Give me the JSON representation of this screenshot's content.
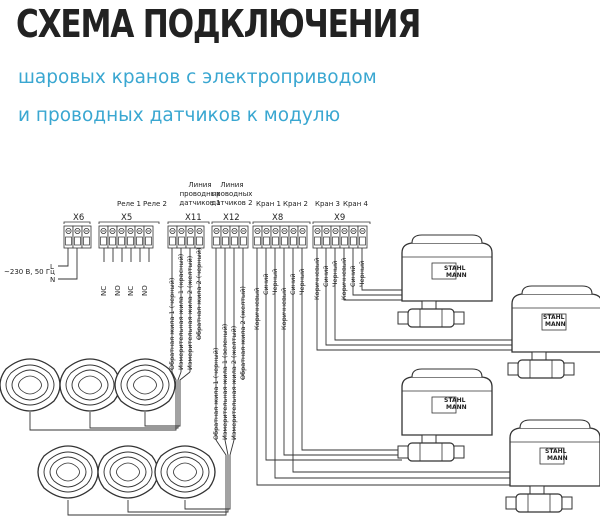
{
  "title": "СХЕМА ПОДКЛЮЧЕНИЯ",
  "subtitle_line1": "шаровых кранов с электроприводом",
  "subtitle_line2": "и проводных датчиков к модулю",
  "colors": {
    "title": "#222222",
    "subtitle": "#3aa7d1",
    "line": "#333333"
  },
  "power": {
    "label": "~230 В, 50 Гц",
    "l": "L",
    "n": "N"
  },
  "relay_labels": [
    "Реле 1",
    "Реле 2"
  ],
  "relay_pins": [
    "NC",
    "NO",
    "NC",
    "NO"
  ],
  "line1_label": [
    "Линия",
    "проводных",
    "датчиков 1"
  ],
  "line2_label": [
    "Линия",
    "проводных",
    "датчиков 2"
  ],
  "valve_labels": [
    "Кран 1",
    "Кран 2",
    "Кран 3",
    "Кран 4"
  ],
  "blocks": [
    "X6",
    "X5",
    "X11",
    "X12",
    "X8",
    "X9"
  ],
  "sensor_wires": [
    "Обратная жила 1 (черный)",
    "Измерительная жила 1 (красный)",
    "Измерительная жила 2 (желтый)",
    "Обратная жила 2 (черный)"
  ],
  "sensor_wires2": [
    "Обратная жила 1 (черный)",
    "Измерительная жила 1 (зеленый)",
    "Измерительная жила 2 (желтый)",
    "Обратная жила 2 (желтый)"
  ],
  "valve_wires": [
    "Коричневый",
    "Синий",
    "Черный",
    "Коричневый",
    "Синий",
    "Черный"
  ],
  "valve_wires2": [
    "Коричневый",
    "Синий",
    "Черный",
    "Коричневый",
    "Синий",
    "Черный"
  ],
  "brand": [
    "STAHL",
    "MANN"
  ]
}
